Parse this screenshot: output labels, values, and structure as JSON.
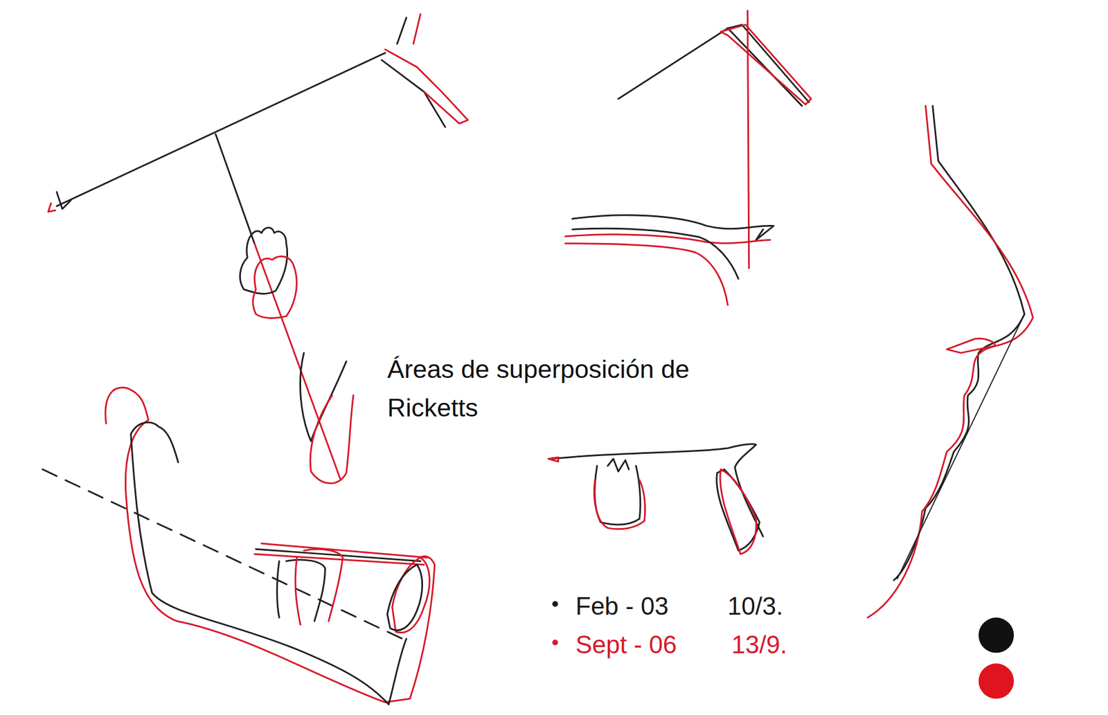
{
  "diagram": {
    "labels": [
      "Áreas de superposición de Ricketts",
      "10/3.",
      "13/9."
    ],
    "legend": [
      {
        "text": "Feb - 03",
        "color": "#1a1a1a"
      },
      {
        "text": "Sept - 06",
        "color": "#d7192a"
      }
    ]
  }
}
